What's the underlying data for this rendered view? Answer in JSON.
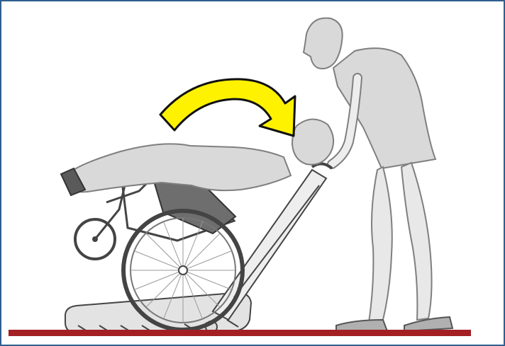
{
  "colors": {
    "frame_border": "#2f5f8f",
    "floor": "#a31f24",
    "arrow_fill": "#fff200",
    "arrow_stroke": "#111111",
    "figure_fill": "#d9d9d9",
    "figure_stroke": "#7f7f7f",
    "seat_dark": "#6e6e6e",
    "track_fill": "#e3e3e3"
  },
  "icons": {
    "rotation_arrow": "curved-arrow-right",
    "attendant": "standing-person",
    "patient": "reclining-person",
    "wheelchair": "wheelchair",
    "stair_climber": "tracked-stair-climber"
  }
}
